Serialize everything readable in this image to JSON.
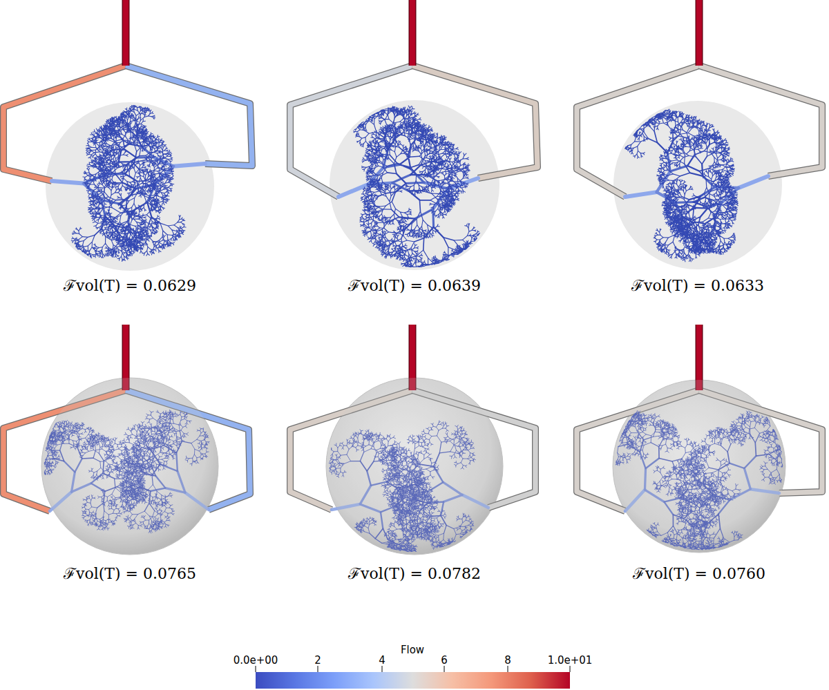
{
  "diagram": {
    "labels": [
      "ℱvol(T) = 0.0629",
      "ℱvol(T) = 0.0639",
      "ℱvol(T) = 0.0633",
      "ℱvol(T) = 0.0765",
      "ℱvol(T) = 0.0782",
      "ℱvol(T) = 0.0760",
      "Flow",
      "0.0e+00",
      "2",
      "4",
      "6",
      "8",
      "1.0e+01"
    ]
  }
}
